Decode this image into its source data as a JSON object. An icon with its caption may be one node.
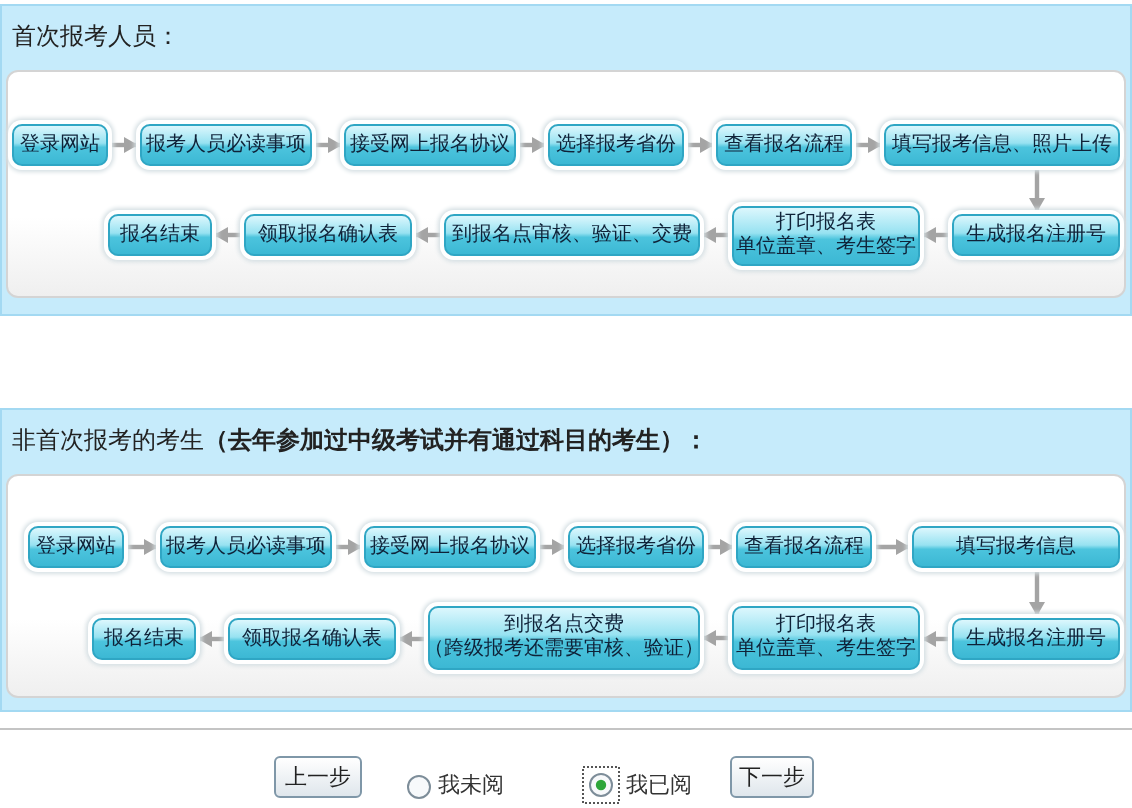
{
  "diagram": {
    "nodes": [
      {
        "text": [
          "首次报考人员："
        ]
      },
      {
        "text": [
          "登录网站"
        ],
        "in": 0
      },
      {
        "text": [
          "报考人员必读事项"
        ],
        "in": 0
      },
      {
        "text": [
          "接受网上报名协议"
        ],
        "in": 0
      },
      {
        "text": [
          "选择报考省份"
        ],
        "in": 0
      },
      {
        "text": [
          "查看报名流程"
        ],
        "in": 0
      },
      {
        "text": [
          "填写报考信息、照片上传"
        ],
        "in": 0
      },
      {
        "text": [
          "报名结束"
        ],
        "in": 0
      },
      {
        "text": [
          "领取报名确认表"
        ],
        "in": 0
      },
      {
        "text": [
          "到报名点审核、验证、交费"
        ],
        "in": 0
      },
      {
        "text": [
          "打印报名表",
          "单位盖章、考生签字"
        ],
        "in": 0
      },
      {
        "text": [
          "生成报名注册号"
        ],
        "in": 0
      },
      {
        "text": [
          "非首次报考的考生**（去年参加过中级考试并有通过科目的考生）：**"
        ]
      },
      {
        "text": [
          "登录网站"
        ],
        "in": 12
      },
      {
        "text": [
          "报考人员必读事项"
        ],
        "in": 12
      },
      {
        "text": [
          "接受网上报名协议"
        ],
        "in": 12
      },
      {
        "text": [
          "选择报考省份"
        ],
        "in": 12
      },
      {
        "text": [
          "查看报名流程"
        ],
        "in": 12
      },
      {
        "text": [
          "填写报考信息"
        ],
        "in": 12
      },
      {
        "text": [
          "报名结束"
        ],
        "in": 12
      },
      {
        "text": [
          "领取报名确认表"
        ],
        "in": 12
      },
      {
        "text": [
          "到报名点交费",
          "（跨级报考还需要审核、验证）"
        ],
        "in": 12
      },
      {
        "text": [
          "打印报名表",
          "单位盖章、考生签字"
        ],
        "in": 12
      },
      {
        "text": [
          "生成报名注册号"
        ],
        "in": 12
      }
    ],
    "edges": [
      {
        "from": 1,
        "to": 2,
        "arrow": "to"
      },
      {
        "from": 2,
        "to": 3,
        "arrow": "to"
      },
      {
        "from": 3,
        "to": 4,
        "arrow": "to"
      },
      {
        "from": 4,
        "to": 5,
        "arrow": "to"
      },
      {
        "from": 5,
        "to": 6,
        "arrow": "to"
      },
      {
        "from": 6,
        "to": 11,
        "arrow": "to"
      },
      {
        "from": 11,
        "to": 10,
        "arrow": "to"
      },
      {
        "from": 10,
        "to": 9,
        "arrow": "to"
      },
      {
        "from": 9,
        "to": 8,
        "arrow": "to"
      },
      {
        "from": 8,
        "to": 7,
        "arrow": "to"
      },
      {
        "from": 13,
        "to": 14,
        "arrow": "to"
      },
      {
        "from": 14,
        "to": 15,
        "arrow": "to"
      },
      {
        "from": 15,
        "to": 16,
        "arrow": "to"
      },
      {
        "from": 16,
        "to": 17,
        "arrow": "to"
      },
      {
        "from": 17,
        "to": 18,
        "arrow": "to"
      },
      {
        "from": 18,
        "to": 23,
        "arrow": "to"
      },
      {
        "from": 23,
        "to": 22,
        "arrow": "to"
      },
      {
        "from": 22,
        "to": 21,
        "arrow": "to"
      },
      {
        "from": 21,
        "to": 20,
        "arrow": "to"
      },
      {
        "from": 20,
        "to": 19,
        "arrow": "to"
      }
    ],
    "labels": [
      "上一步",
      "我未阅",
      "我已阅",
      "下一步"
    ]
  }
}
